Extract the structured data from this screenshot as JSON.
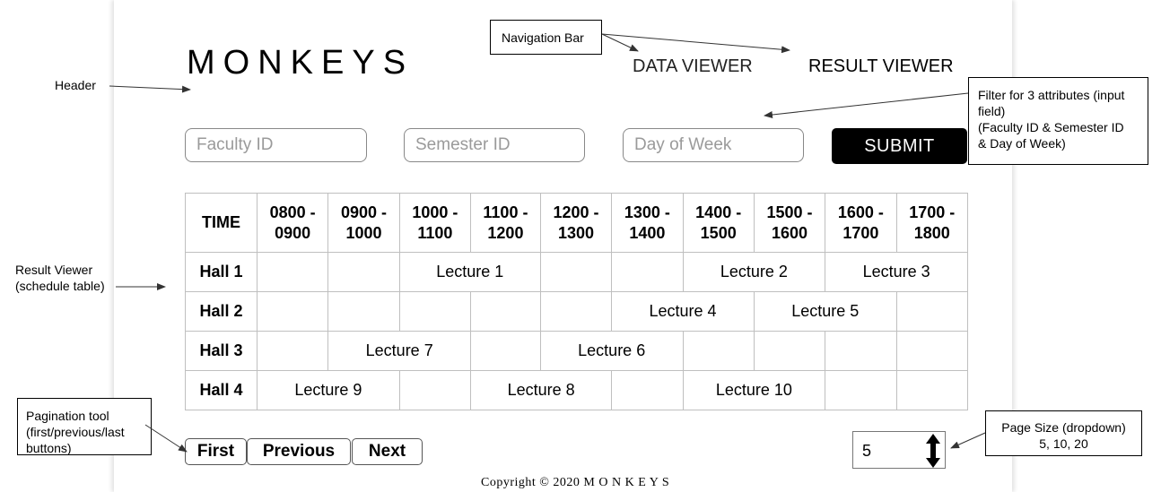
{
  "app": {
    "logo": "MONKEYS",
    "copyright": "Copyright © 2020 M O N K E Y S"
  },
  "nav": {
    "items": [
      "DATA VIEWER",
      "RESULT VIEWER"
    ]
  },
  "filters": {
    "faculty_placeholder": "Faculty ID",
    "semester_placeholder": "Semester ID",
    "day_placeholder": "Day of Week",
    "submit_label": "SUBMIT"
  },
  "table": {
    "header_lines": [
      [
        "TIME",
        ""
      ],
      [
        "0800 -",
        "0900"
      ],
      [
        "0900 -",
        "1000"
      ],
      [
        "1000 -",
        "1100"
      ],
      [
        "1100 -",
        "1200"
      ],
      [
        "1200 -",
        "1300"
      ],
      [
        "1300 -",
        "1400"
      ],
      [
        "1400 -",
        "1500"
      ],
      [
        "1500 -",
        "1600"
      ],
      [
        "1600 -",
        "1700"
      ],
      [
        "1700 -",
        "1800"
      ]
    ],
    "rows": [
      {
        "hall": "Hall 1",
        "cells": [
          {
            "text": "",
            "span": 1
          },
          {
            "text": "",
            "span": 1
          },
          {
            "text": "Lecture 1",
            "span": 2
          },
          {
            "text": "",
            "span": 1
          },
          {
            "text": "",
            "span": 1
          },
          {
            "text": "Lecture 2",
            "span": 2
          },
          {
            "text": "Lecture 3",
            "span": 2
          }
        ]
      },
      {
        "hall": "Hall 2",
        "cells": [
          {
            "text": "",
            "span": 1
          },
          {
            "text": "",
            "span": 1
          },
          {
            "text": "",
            "span": 1
          },
          {
            "text": "",
            "span": 1
          },
          {
            "text": "",
            "span": 1
          },
          {
            "text": "Lecture 4",
            "span": 2
          },
          {
            "text": "Lecture 5",
            "span": 2
          },
          {
            "text": "",
            "span": 1
          }
        ]
      },
      {
        "hall": "Hall 3",
        "cells": [
          {
            "text": "",
            "span": 1
          },
          {
            "text": "Lecture 7",
            "span": 2
          },
          {
            "text": "",
            "span": 1
          },
          {
            "text": "Lecture 6",
            "span": 2
          },
          {
            "text": "",
            "span": 1
          },
          {
            "text": "",
            "span": 1
          },
          {
            "text": "",
            "span": 1
          },
          {
            "text": "",
            "span": 1
          }
        ]
      },
      {
        "hall": "Hall 4",
        "cells": [
          {
            "text": "Lecture 9",
            "span": 2
          },
          {
            "text": "",
            "span": 1
          },
          {
            "text": "Lecture 8",
            "span": 2
          },
          {
            "text": "",
            "span": 1
          },
          {
            "text": "Lecture 10",
            "span": 2
          },
          {
            "text": "",
            "span": 1
          },
          {
            "text": "",
            "span": 1
          }
        ]
      }
    ]
  },
  "pagination": {
    "first_label": "First",
    "previous_label": "Previous",
    "next_label": "Next"
  },
  "page_size": {
    "value": "5"
  },
  "annotations": {
    "header": "Header",
    "navigation_bar": "Navigation Bar",
    "filter_lines": [
      "Filter for 3 attributes (input",
      "field)",
      "(Faculty ID & Semester ID",
      "& Day of Week)"
    ],
    "result_viewer_lines": [
      "Result Viewer",
      "(schedule table)"
    ],
    "pagination_lines": [
      "Pagination tool",
      "(first/previous/last",
      "buttons)"
    ],
    "page_size_lines": [
      "Page Size (dropdown)",
      "5, 10, 20"
    ]
  }
}
